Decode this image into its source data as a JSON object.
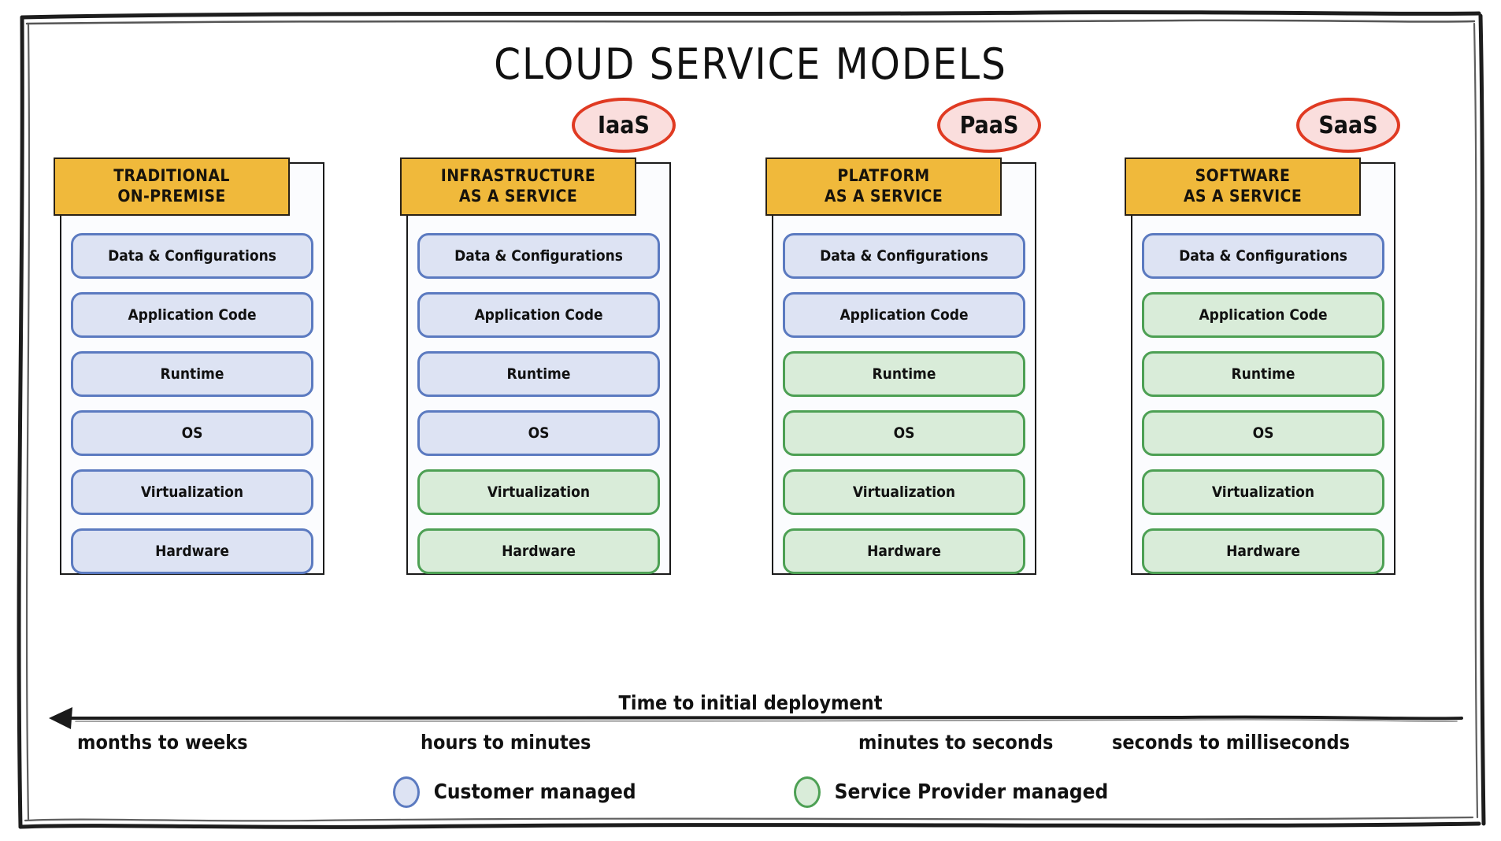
{
  "title": "CLOUD SERVICE MODELS",
  "colors": {
    "header_amber": "#F0B93B",
    "customer_fill": "#dde3f3",
    "customer_border": "#5b7ac0",
    "provider_fill": "#d9ecd9",
    "provider_border": "#4da054",
    "callout_fill": "#fadedd",
    "callout_border": "#e03a22",
    "frame": "#1a1a1a"
  },
  "chart_data": {
    "type": "table",
    "title": "CLOUD SERVICE MODELS",
    "categories": [
      "TRADITIONAL ON-PREMISE",
      "INFRASTRUCTURE AS A SERVICE",
      "PLATFORM AS A SERVICE",
      "SOFTWARE AS A SERVICE"
    ],
    "layers": [
      "Data & Configurations",
      "Application Code",
      "Runtime",
      "OS",
      "Virtualization",
      "Hardware"
    ],
    "legend": [
      "Customer managed",
      "Service Provider managed"
    ],
    "series": [
      {
        "name": "TRADITIONAL ON-PREMISE",
        "values": [
          "customer",
          "customer",
          "customer",
          "customer",
          "customer",
          "customer"
        ]
      },
      {
        "name": "INFRASTRUCTURE AS A SERVICE",
        "values": [
          "customer",
          "customer",
          "customer",
          "customer",
          "provider",
          "provider"
        ]
      },
      {
        "name": "PLATFORM AS A SERVICE",
        "values": [
          "customer",
          "customer",
          "provider",
          "provider",
          "provider",
          "provider"
        ]
      },
      {
        "name": "SOFTWARE AS A SERVICE",
        "values": [
          "customer",
          "provider",
          "provider",
          "provider",
          "provider",
          "provider"
        ]
      }
    ],
    "xlabel": "Time to initial deployment",
    "tick_labels": [
      "months to weeks",
      "hours to minutes",
      "minutes to seconds",
      "seconds to milliseconds"
    ]
  },
  "columns": [
    {
      "id": "traditional",
      "header_line1": "TRADITIONAL",
      "header_line2": "ON-PREMISE",
      "callout": null,
      "layers": [
        {
          "label": "Data & Configurations",
          "owner": "customer"
        },
        {
          "label": "Application Code",
          "owner": "customer"
        },
        {
          "label": "Runtime",
          "owner": "customer"
        },
        {
          "label": "OS",
          "owner": "customer"
        },
        {
          "label": "Virtualization",
          "owner": "customer"
        },
        {
          "label": "Hardware",
          "owner": "customer"
        }
      ]
    },
    {
      "id": "iaas",
      "header_line1": "INFRASTRUCTURE",
      "header_line2": "AS A SERVICE",
      "callout": "IaaS",
      "layers": [
        {
          "label": "Data & Configurations",
          "owner": "customer"
        },
        {
          "label": "Application Code",
          "owner": "customer"
        },
        {
          "label": "Runtime",
          "owner": "customer"
        },
        {
          "label": "OS",
          "owner": "customer"
        },
        {
          "label": "Virtualization",
          "owner": "provider"
        },
        {
          "label": "Hardware",
          "owner": "provider"
        }
      ]
    },
    {
      "id": "paas",
      "header_line1": "PLATFORM",
      "header_line2": "AS A SERVICE",
      "callout": "PaaS",
      "layers": [
        {
          "label": "Data & Configurations",
          "owner": "customer"
        },
        {
          "label": "Application Code",
          "owner": "customer"
        },
        {
          "label": "Runtime",
          "owner": "provider"
        },
        {
          "label": "OS",
          "owner": "provider"
        },
        {
          "label": "Virtualization",
          "owner": "provider"
        },
        {
          "label": "Hardware",
          "owner": "provider"
        }
      ]
    },
    {
      "id": "saas",
      "header_line1": "SOFTWARE",
      "header_line2": "AS A SERVICE",
      "callout": "SaaS",
      "layers": [
        {
          "label": "Data & Configurations",
          "owner": "customer"
        },
        {
          "label": "Application Code",
          "owner": "provider"
        },
        {
          "label": "Runtime",
          "owner": "provider"
        },
        {
          "label": "OS",
          "owner": "provider"
        },
        {
          "label": "Virtualization",
          "owner": "provider"
        },
        {
          "label": "Hardware",
          "owner": "provider"
        }
      ]
    }
  ],
  "timeline": {
    "label": "Time to initial deployment",
    "ticks": [
      "months to weeks",
      "hours to minutes",
      "minutes to seconds",
      "seconds to milliseconds"
    ]
  },
  "legend": [
    {
      "label": "Customer managed",
      "owner": "customer"
    },
    {
      "label": "Service Provider managed",
      "owner": "provider"
    }
  ]
}
